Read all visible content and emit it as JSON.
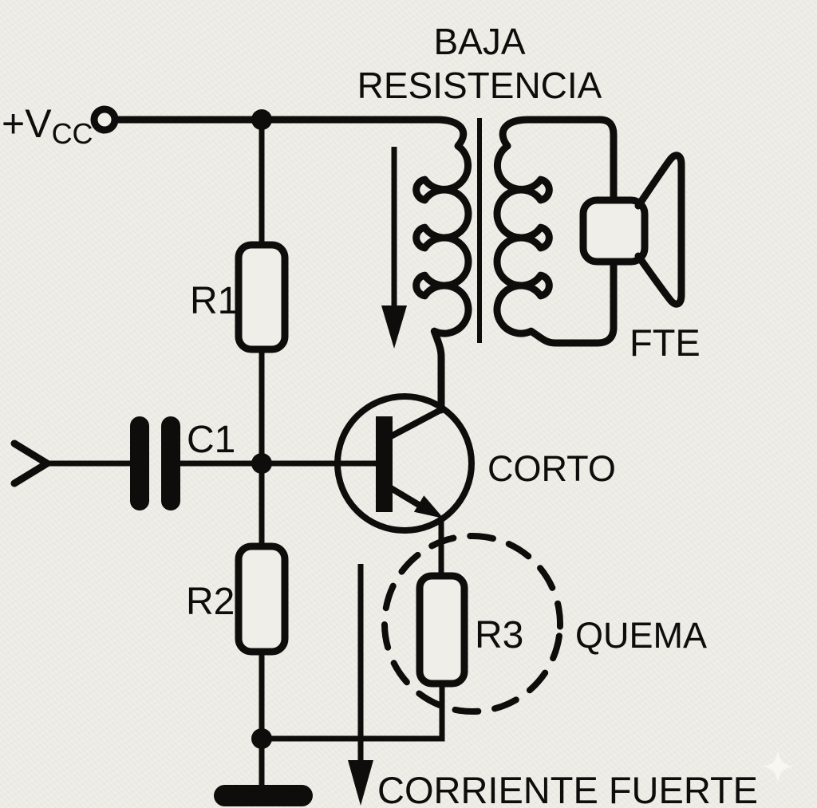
{
  "diagram": {
    "type": "circuit-schematic",
    "colors": {
      "background": "#efeee8",
      "line": "#0e0d0b"
    },
    "labels": {
      "supply_main": "+V",
      "supply_sub": "CC",
      "transformer_note_line1": "BAJA",
      "transformer_note_line2": "RESISTENCIA",
      "resistor1": "R1",
      "capacitor1": "C1",
      "resistor2": "R2",
      "resistor3": "R3",
      "transistor_note": "CORTO",
      "speaker_label": "FTE",
      "highlight_note": "QUEMA",
      "bottom_note": "CORRIENTE FUERTE"
    },
    "components": [
      "vcc-terminal",
      "input-chevron",
      "capacitor-c1",
      "resistor-r1",
      "resistor-r2",
      "resistor-r3",
      "npn-transistor",
      "transformer-core",
      "transformer-primary-coil",
      "transformer-secondary-coil",
      "speaker",
      "dashed-highlight-circle",
      "current-arrow-primary",
      "current-arrow-emitter",
      "ground-symbol",
      "junction-dot"
    ]
  }
}
